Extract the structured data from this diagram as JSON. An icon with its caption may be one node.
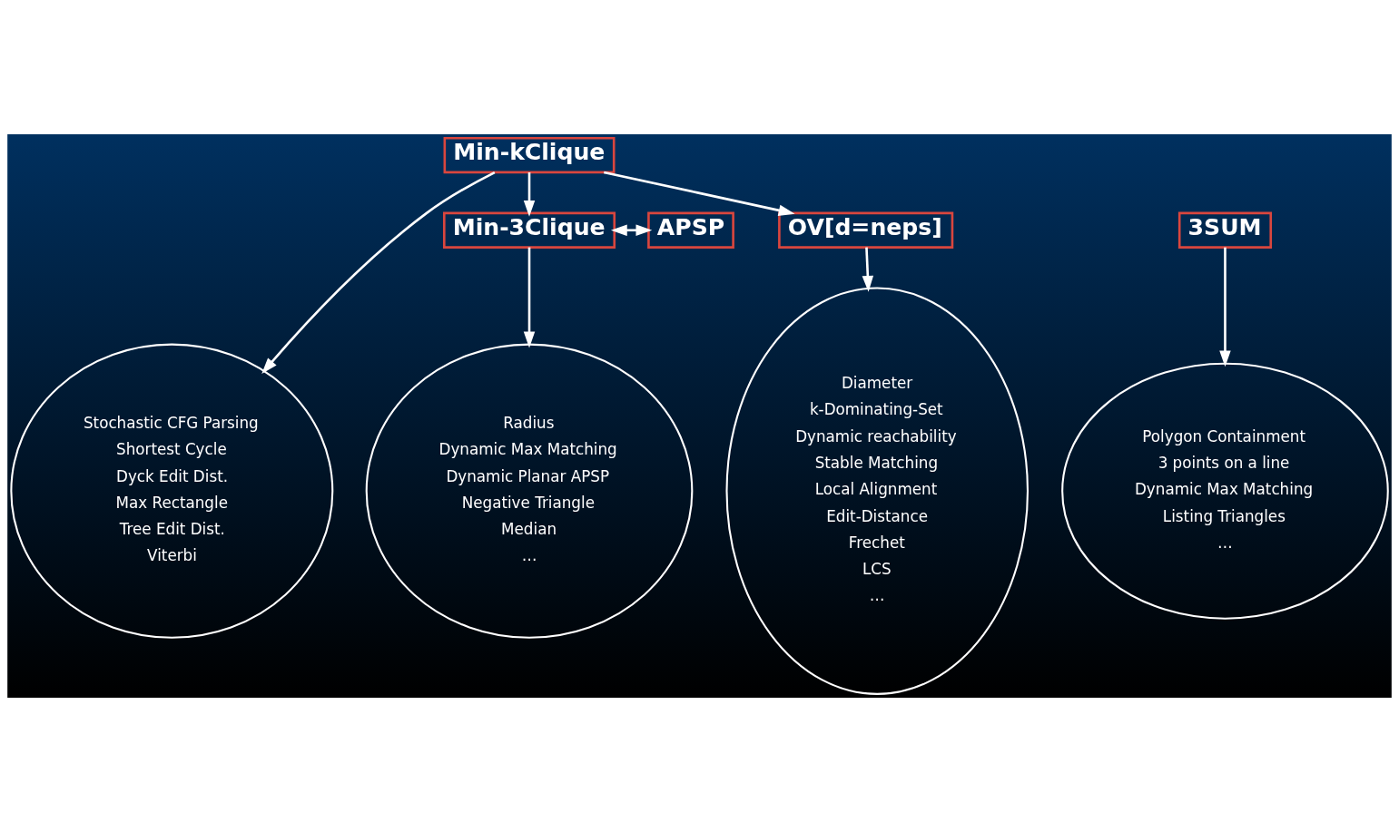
{
  "diagram": {
    "nodes": [
      {
        "text": [
          "Min-kClique"
        ]
      },
      {
        "text": [
          "OV[d=neps]"
        ]
      },
      {
        "text": [
          "3SUM"
        ]
      },
      {
        "text": [
          "APSP"
        ]
      },
      {
        "text": [
          "Min-3Clique"
        ]
      },
      {
        "text": [
          "Diameter",
          "k-Dominating-Set",
          "Dynamic reachability",
          "Stable Matching",
          "Local Alignment",
          "Edit-Distance",
          "Frechet",
          "LCS",
          "…"
        ]
      },
      {
        "text": [
          "Polygon Containment",
          "3 points on a line",
          "Dynamic Max Matching",
          "Listing Triangles",
          "…"
        ]
      },
      {
        "text": [
          "Radius",
          "Dynamic Max Matching",
          "Dynamic Planar APSP",
          "Negative Triangle",
          "Median",
          "…"
        ]
      },
      {
        "text": [
          "Stochastic CFG Parsing",
          "Shortest Cycle",
          "Dyck Edit Dist.",
          "Max Rectangle",
          "Tree Edit Dist.",
          "Viterbi"
        ]
      }
    ],
    "edges": [
      {
        "from": 0,
        "to": 1,
        "arrow": "to"
      },
      {
        "from": 1,
        "to": 5,
        "arrow": "to"
      },
      {
        "from": 2,
        "to": 6,
        "arrow": "to"
      },
      {
        "from": 0,
        "to": 4,
        "arrow": "to"
      },
      {
        "from": 3,
        "to": 4,
        "arrow": "both"
      },
      {
        "from": 4,
        "to": 7,
        "arrow": "to"
      },
      {
        "from": 0,
        "to": 8,
        "arrow": "to"
      }
    ]
  }
}
